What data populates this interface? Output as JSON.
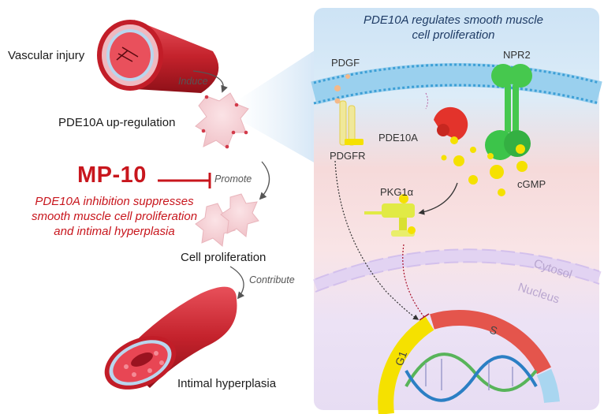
{
  "left": {
    "vascular_injury": "Vascular injury",
    "induce": "Induce",
    "pde10a_upregulation": "PDE10A up-regulation",
    "drug": "MP-10",
    "promote": "Promote",
    "caption_lines": [
      "PDE10A inhibition suppresses",
      "smooth muscle cell proliferation",
      "and intimal hyperplasia"
    ],
    "cell_proliferation": "Cell proliferation",
    "contribute": "Contribute",
    "intimal_hyperplasia": "Intimal hyperplasia"
  },
  "panel": {
    "title_lines": [
      "PDE10A regulates smooth muscle",
      "cell proliferation"
    ],
    "molecules": {
      "pdgf": "PDGF",
      "npr2": "NPR2",
      "pde10a": "PDE10A",
      "pdgfr": "PDGFR",
      "cgmp": "cGMP",
      "pkg1a": "PKG1α"
    },
    "cytosol": "Cytosol",
    "nucleus": "Nucleus",
    "phase_g1": "G1",
    "phase_s": "S"
  },
  "colors": {
    "inhibit_red": "#c8161d",
    "panel_blue": "#cfe4f6",
    "membrane_blue": "#4aa8d8",
    "cgmp_yellow": "#f5e100",
    "npr2_green": "#3cc44a",
    "pde10a_red": "#e3332b"
  }
}
